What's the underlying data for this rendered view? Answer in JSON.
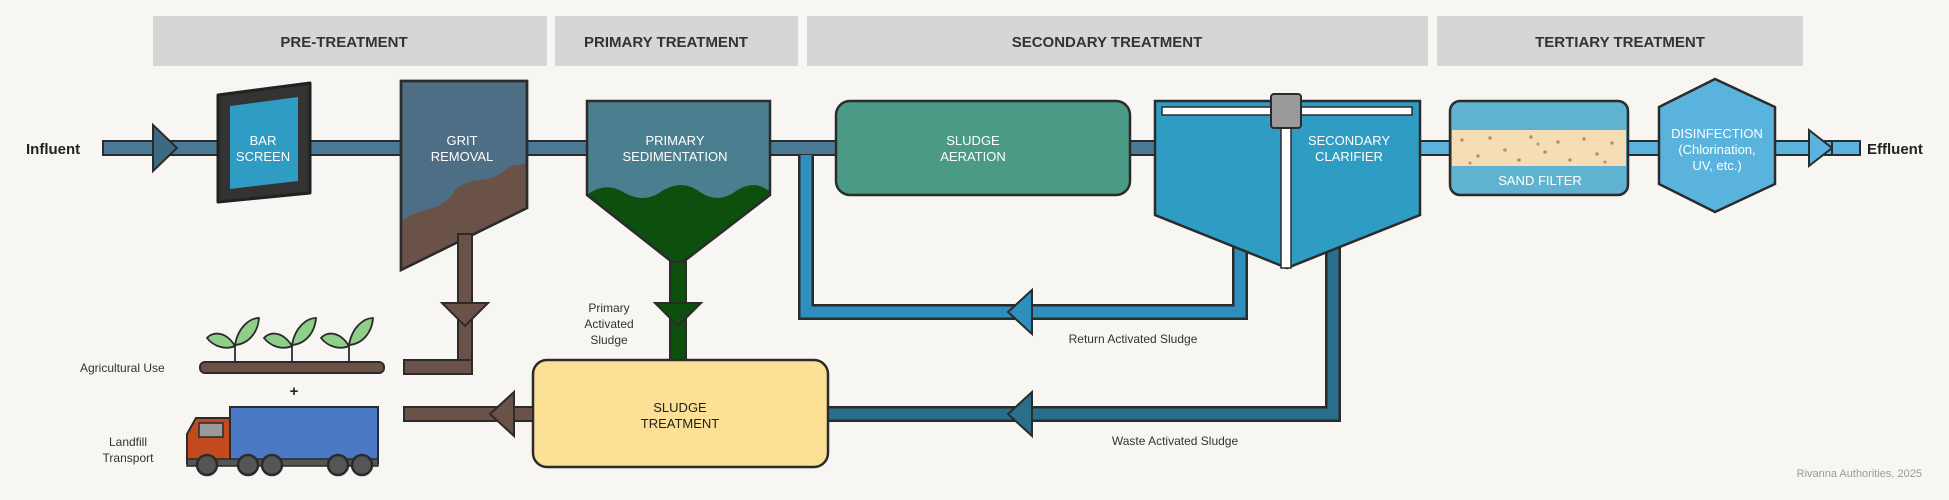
{
  "stages": {
    "pre": "PRE-TREATMENT",
    "primary": "PRIMARY TREATMENT",
    "secondary": "SECONDARY TREATMENT",
    "tertiary": "TERTIARY TREATMENT"
  },
  "flow": {
    "influent": "Influent",
    "effluent": "Effluent"
  },
  "units": {
    "bar_screen": [
      "BAR",
      "SCREEN"
    ],
    "grit_removal": [
      "GRIT",
      "REMOVAL"
    ],
    "primary_sedimentation": [
      "PRIMARY",
      "SEDIMENTATION"
    ],
    "sludge_aeration": [
      "SLUDGE",
      "AERATION"
    ],
    "secondary_clarifier": [
      "SECONDARY",
      "CLARIFIER"
    ],
    "sand_filter": "SAND FILTER",
    "disinfection": [
      "DISINFECTION",
      "(Chlorination,",
      "UV, etc.)"
    ],
    "sludge_treatment": [
      "SLUDGE",
      "TREATMENT"
    ]
  },
  "streams": {
    "primary_sludge": [
      "Primary",
      "Activated",
      "Sludge"
    ],
    "return_sludge": "Return Activated Sludge",
    "waste_sludge": "Waste Activated Sludge"
  },
  "disposal": {
    "agricultural": "Agricultural Use",
    "plus": "+",
    "landfill": [
      "Landfill",
      "Transport"
    ]
  },
  "credit": "Rivanna Authorities, 2025",
  "colors": {
    "header_bg": "#d6d6d6",
    "main_pipe": "#4a7a95",
    "grit_tank": "#4d6e85",
    "primary_tank": "#4a7f8f",
    "sludge_green": "#0d4f0d",
    "aeration": "#4a9a85",
    "clarifier": "#2f9cc4",
    "return_pipe": "#2e8fbf",
    "waste_pipe": "#2a6e8a",
    "sludge_brown": "#6b5248",
    "sludge_treatment": "#fbe095",
    "sand_filter": "#5fb3d0",
    "sand": "#f5ddb5",
    "disinfection": "#5ab3dd",
    "plant_leaf": "#8fcf8a",
    "truck_body": "#4a7ac5",
    "truck_cab": "#c24a1e",
    "outline": "#2b2b2b"
  }
}
